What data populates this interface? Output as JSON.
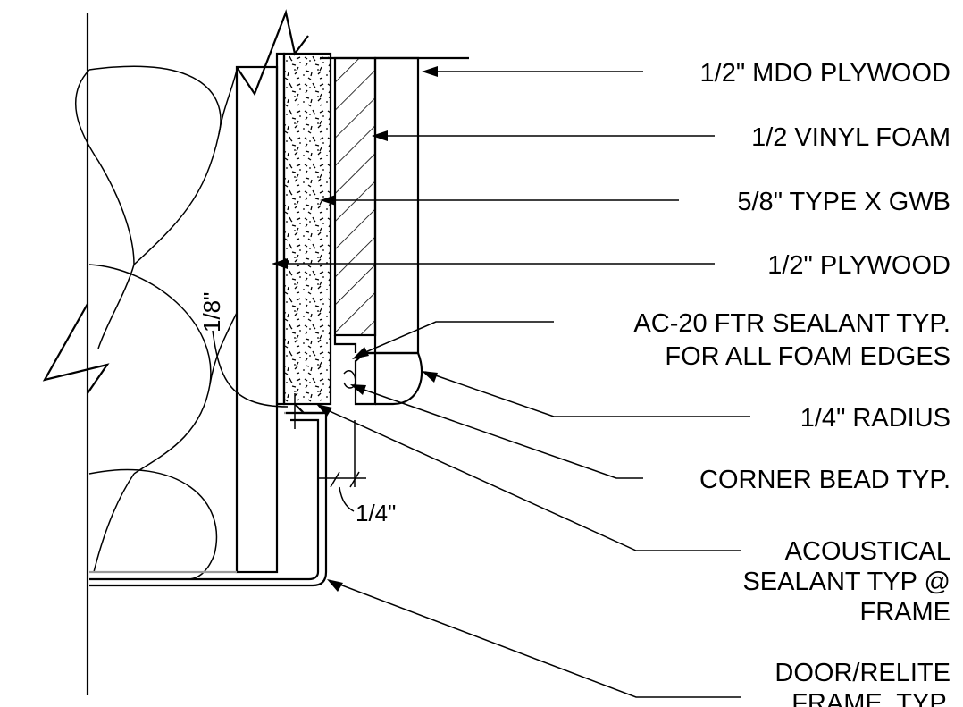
{
  "labels": {
    "mdo_plywood": "1/2\" MDO PLYWOOD",
    "vinyl_foam": "1/2 VINYL FOAM",
    "gwb": "5/8\" TYPE X GWB",
    "plywood": "1/2\" PLYWOOD",
    "sealant_line1": "AC-20 FTR SEALANT TYP.",
    "sealant_line2": "FOR ALL FOAM EDGES",
    "radius": "1/4\" RADIUS",
    "corner_bead": "CORNER BEAD TYP.",
    "acoustical_line1": "ACOUSTICAL",
    "acoustical_line2": "SEALANT TYP @",
    "acoustical_line3": "FRAME",
    "door_line1": "DOOR/RELITE",
    "door_line2": "FRAME, TYP."
  },
  "dimensions": {
    "gap_eighth": "1/8\"",
    "gap_quarter": "1/4\""
  }
}
